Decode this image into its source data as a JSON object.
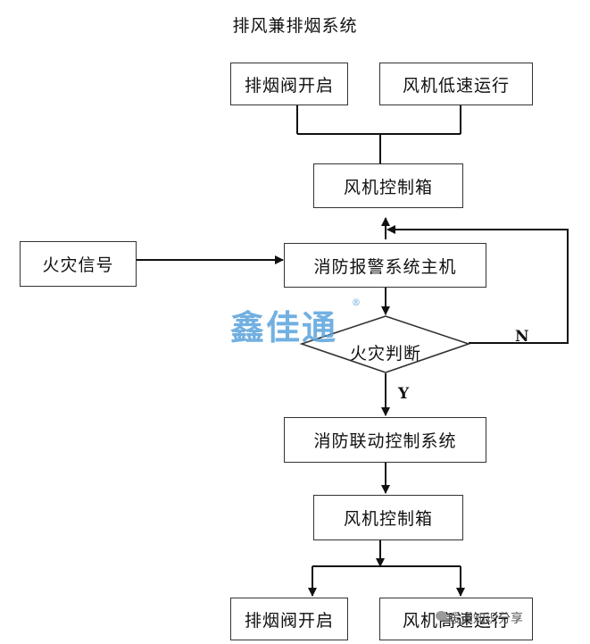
{
  "diagram": {
    "title": "排风兼排烟系统",
    "nodes": {
      "smoke_valve_open_top": "排烟阀开启",
      "fan_low_speed": "风机低速运行",
      "fan_control_box_top": "风机控制箱",
      "fire_signal": "火灾信号",
      "fire_alarm_host": "消防报警系统主机",
      "fire_judgment": "火灾判断",
      "linkage_control": "消防联动控制系统",
      "fan_control_box_bottom": "风机控制箱",
      "smoke_valve_open_bottom": "排烟阀开启",
      "fan_high_speed": "风机高速运行"
    },
    "edge_labels": {
      "no": "N",
      "yes": "Y"
    }
  },
  "watermark": {
    "text": "鑫佳通",
    "mark": "®",
    "color": "#5aa3dc"
  },
  "credit": {
    "text": "暖通知识分享"
  }
}
